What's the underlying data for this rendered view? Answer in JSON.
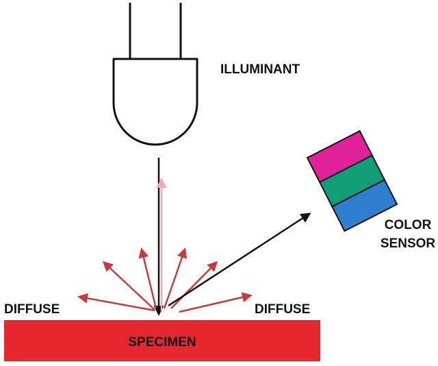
{
  "labels": {
    "illuminant": "ILLUMINANT",
    "color_sensor_line1": "COLOR",
    "color_sensor_line2": "SENSOR",
    "diffuse_left": "DIFFUSE",
    "diffuse_right": "DIFFUSE",
    "specimen": "SPECIMEN"
  },
  "colors": {
    "specimen": "#e8262e",
    "diffuse_arrow": "#c83a3a",
    "specular_arrow": "#f0a9b5",
    "outline": "#111111",
    "sensor_magenta": "#e0219a",
    "sensor_green": "#119e77",
    "sensor_blue": "#2e7fcf"
  }
}
